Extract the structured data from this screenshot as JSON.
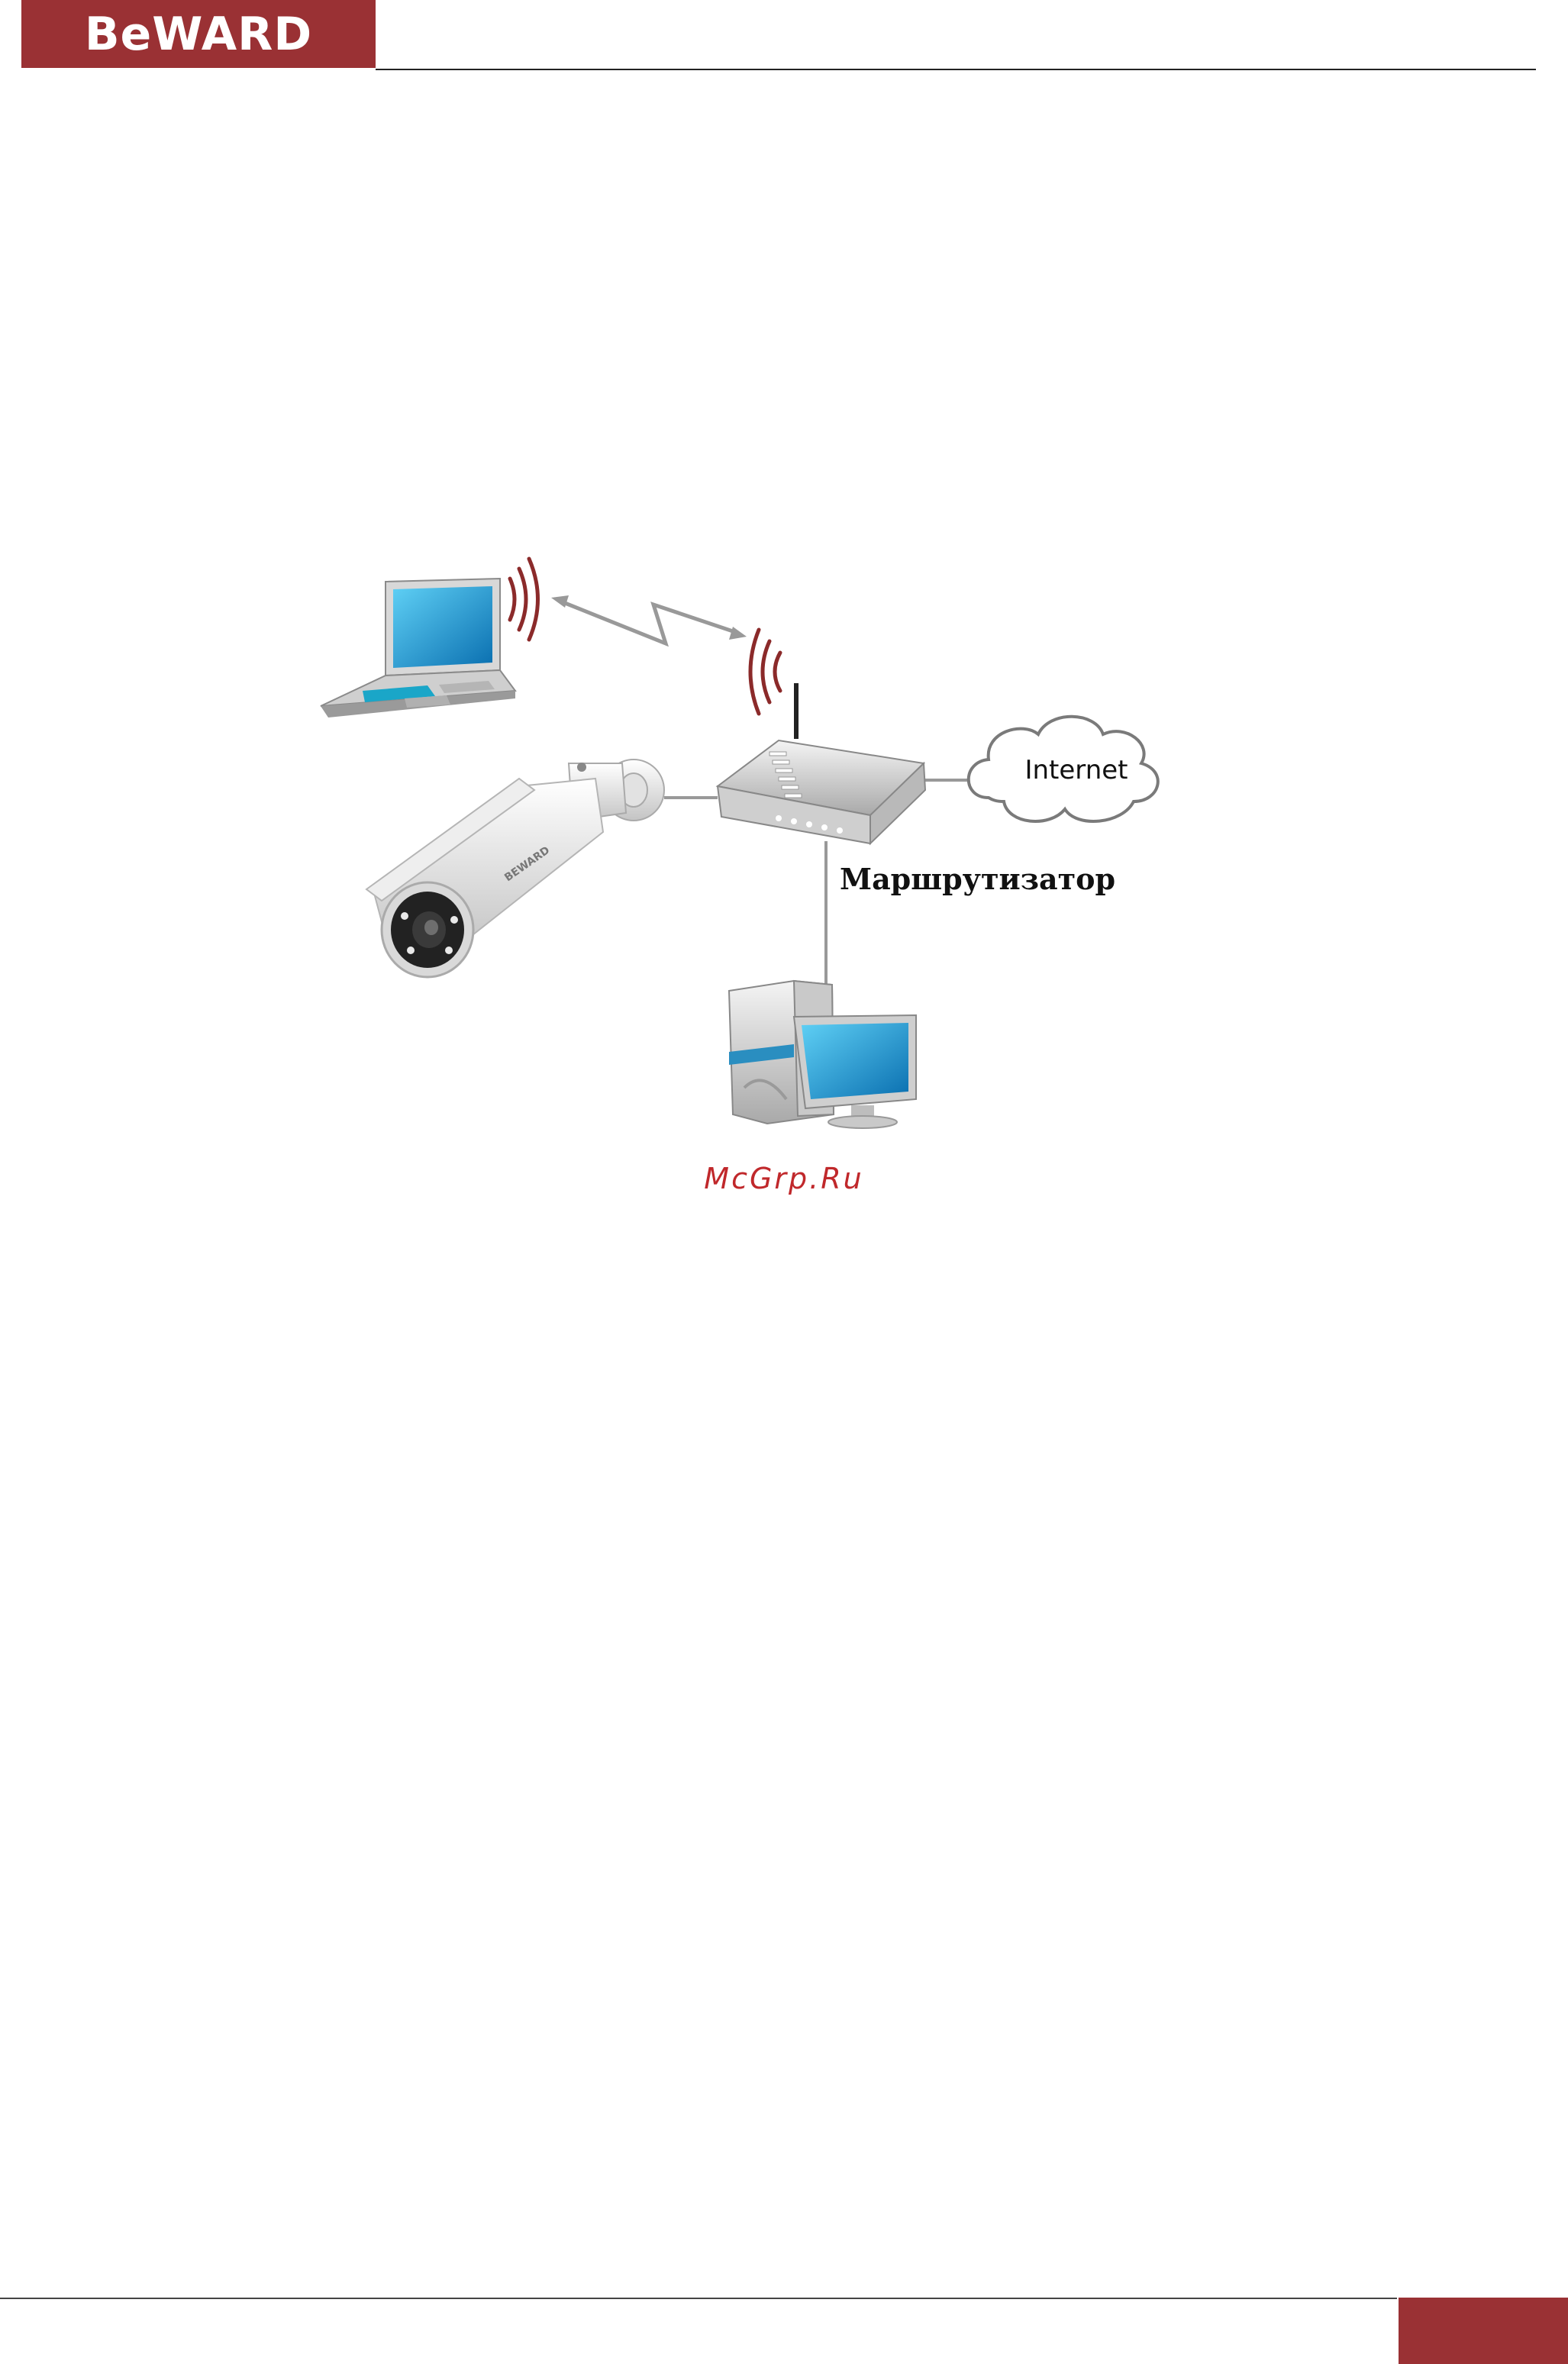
{
  "header": {
    "logo_text": "BeWARD"
  },
  "diagram": {
    "internet_label": "Internet",
    "router_label": "Маршрутизатор",
    "camera_brand_text": "BEWARD"
  },
  "watermark": "McGrp.Ru",
  "colors": {
    "brand": "#9a3134",
    "watermark": "#c0282b",
    "signal_waves": "#8b2a2a",
    "connection_lines": "#999999"
  }
}
